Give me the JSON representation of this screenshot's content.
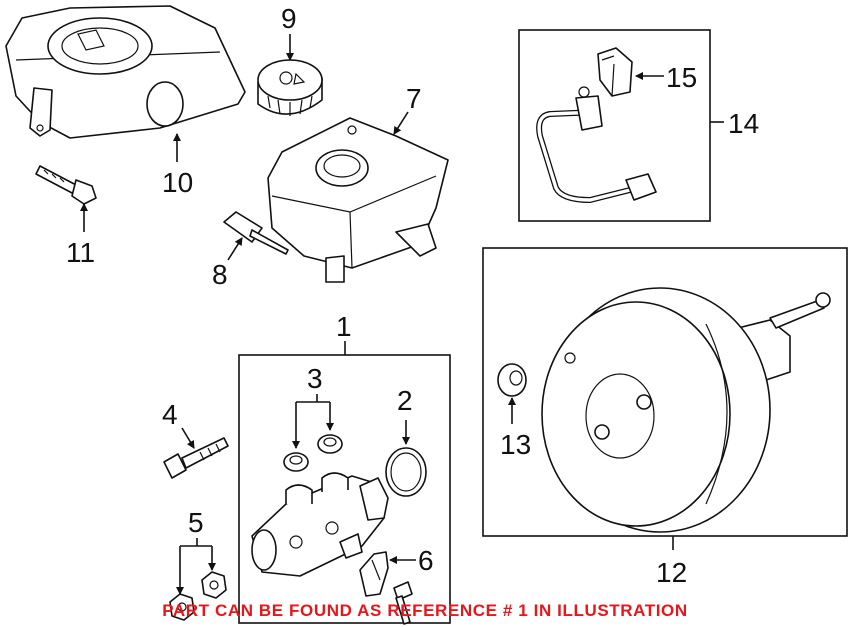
{
  "callouts": {
    "c1": "1",
    "c2": "2",
    "c3": "3",
    "c4": "4",
    "c5": "5",
    "c6": "6",
    "c7": "7",
    "c8": "8",
    "c9": "9",
    "c10": "10",
    "c11": "11",
    "c12": "12",
    "c13": "13",
    "c14": "14",
    "c15": "15"
  },
  "note": "PART CAN BE FOUND AS REFERENCE # 1 IN ILLUSTRATION",
  "colors": {
    "note": "#e8161b",
    "line": "#111111",
    "background": "#ffffff"
  },
  "arrowheads": "filled-triangle"
}
